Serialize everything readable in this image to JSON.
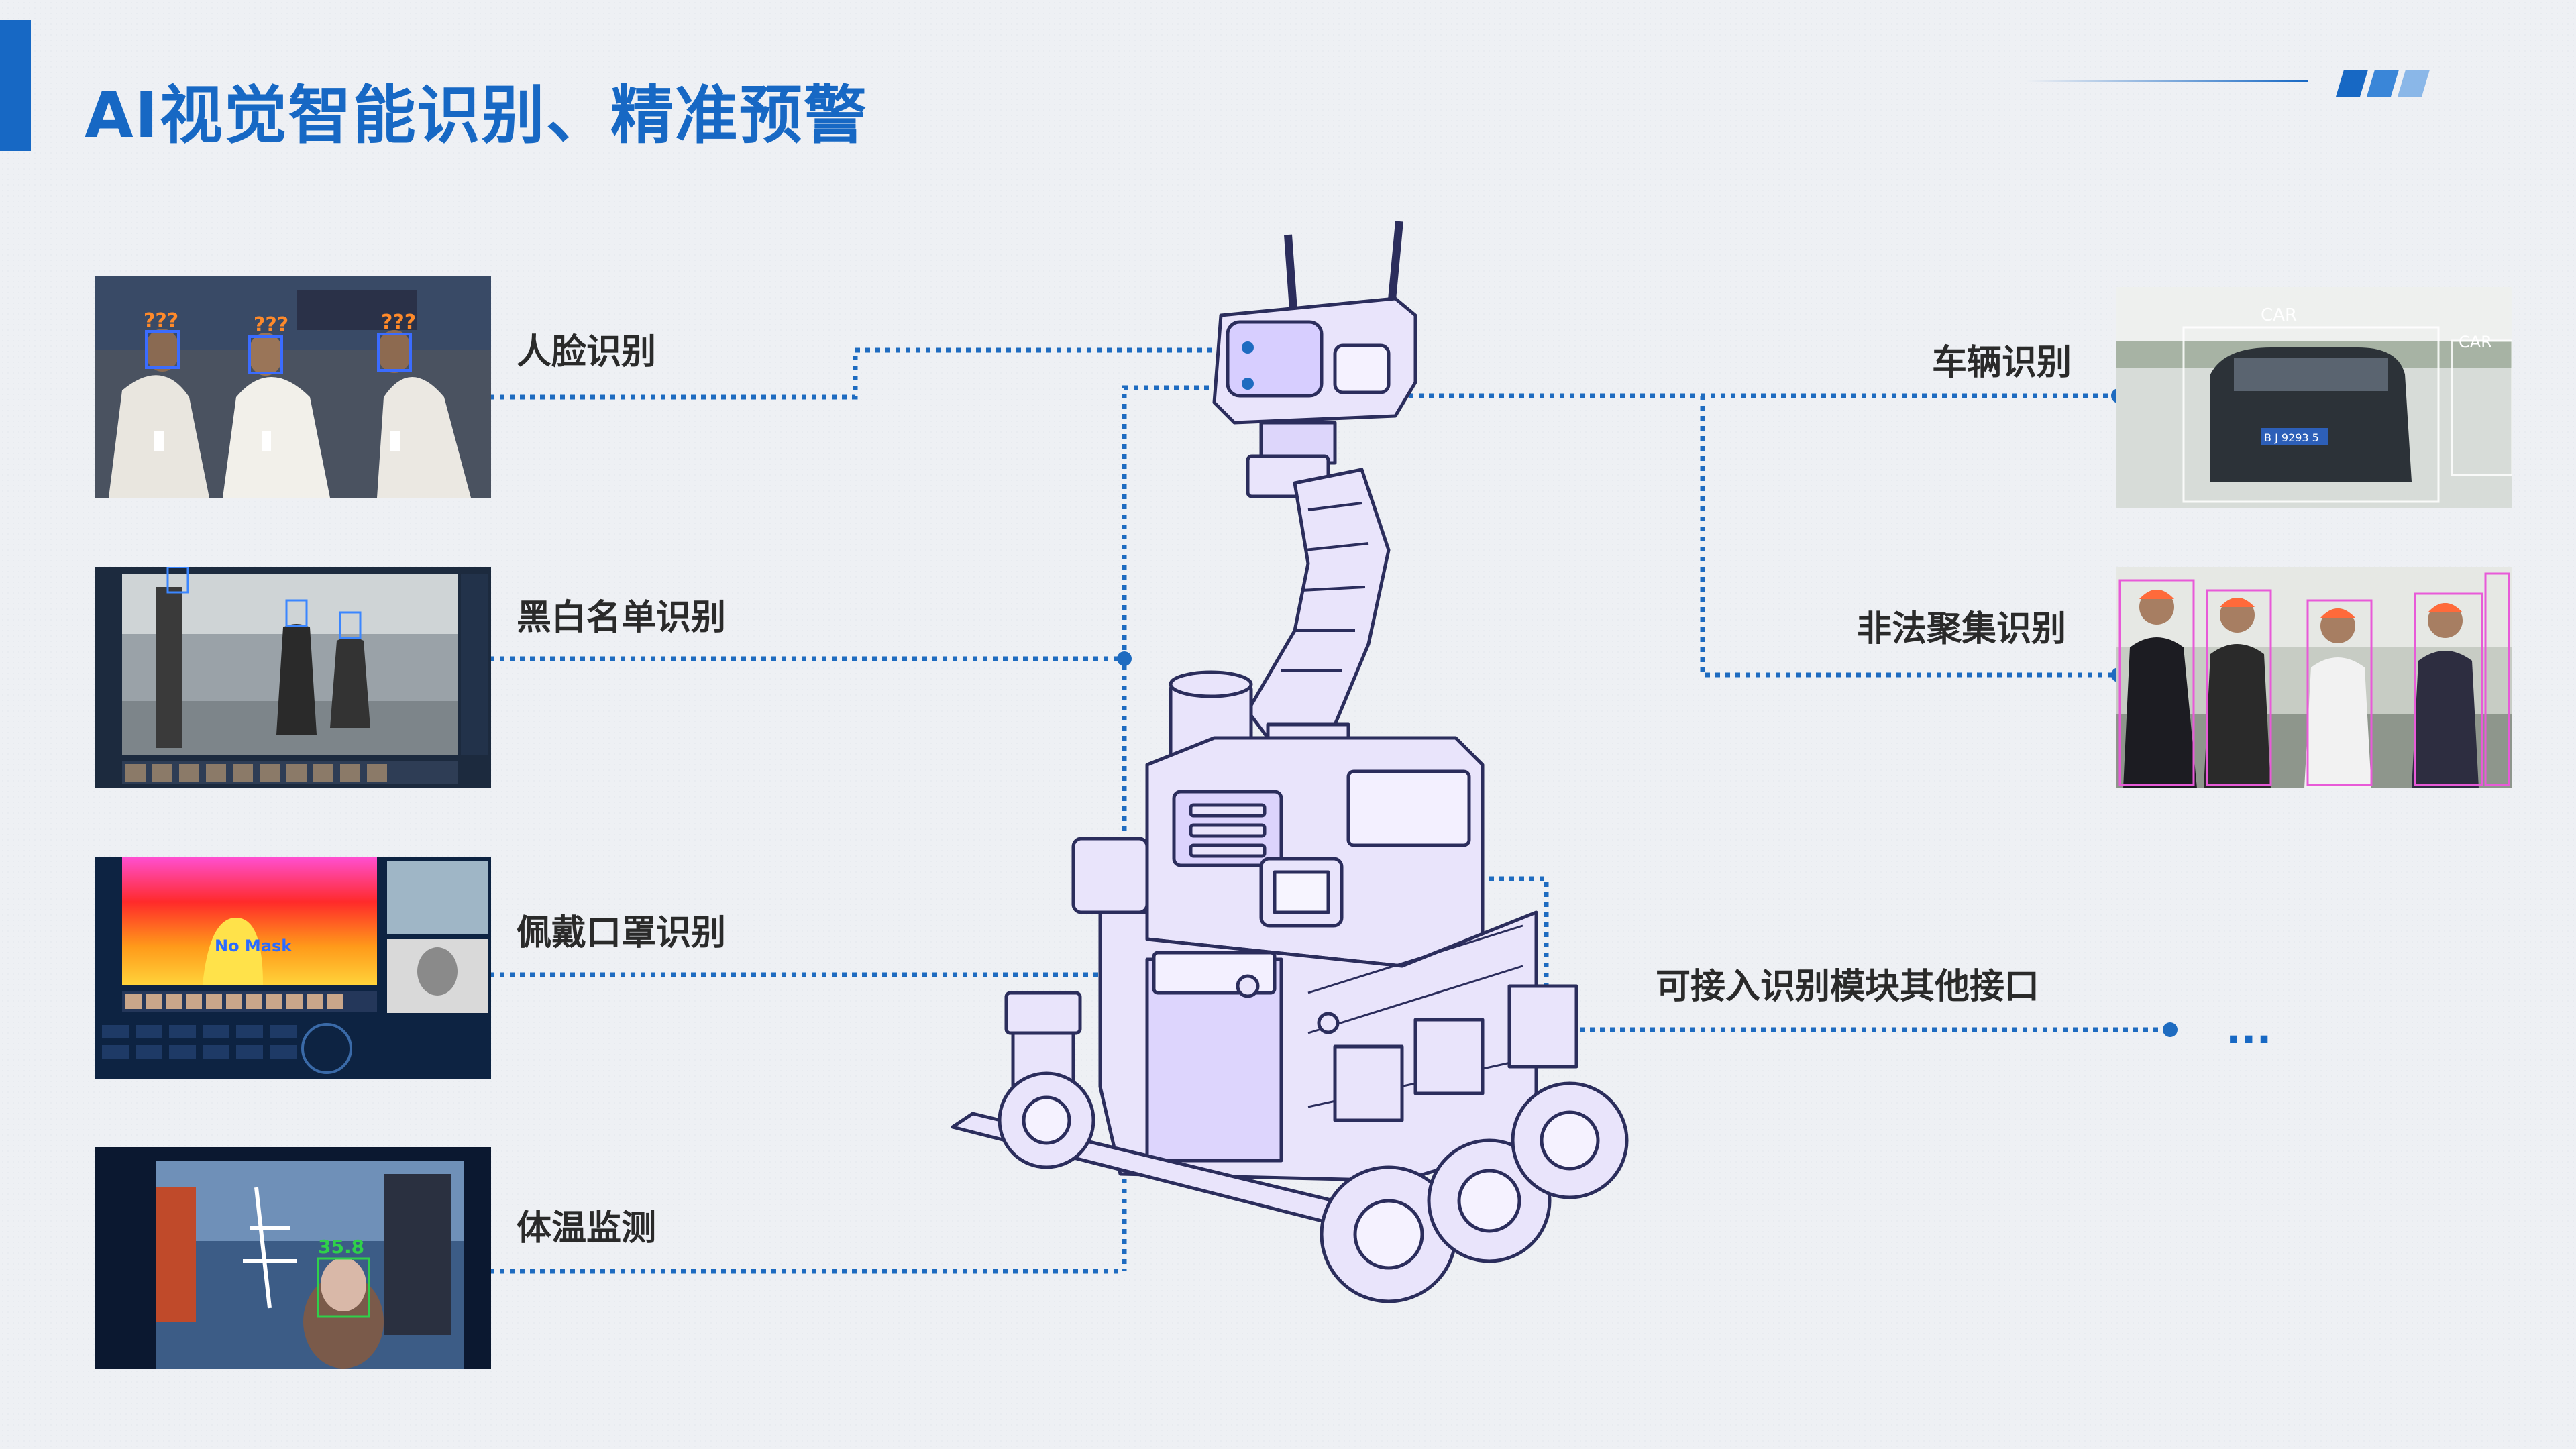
{
  "slide": {
    "title": "AI视觉智能识别、精准预警"
  },
  "left_features": [
    {
      "label": "人脸识别",
      "icon": "face-recognition-photo"
    },
    {
      "label": "黑白名单识别",
      "icon": "blacklist-whitelist-photo"
    },
    {
      "label": "佩戴口罩识别",
      "icon": "mask-detection-screen"
    },
    {
      "label": "体温监测",
      "icon": "temperature-monitoring-photo"
    }
  ],
  "right_features": [
    {
      "label": "车辆识别",
      "icon": "vehicle-recognition-photo"
    },
    {
      "label": "非法聚集识别",
      "icon": "illegal-gathering-photo"
    },
    {
      "label": "可接入识别模块其他接口"
    }
  ],
  "more_indicator": "...",
  "photo_text": {
    "face_marks": [
      "???",
      "???",
      "???"
    ],
    "mask_status": "No Mask",
    "temperature_value": "35.8",
    "car_tag_1": "CAR",
    "car_tag_2": "CAR",
    "plate": "B J 9293 5"
  },
  "colors": {
    "accent": "#1768c4",
    "connector": "#1e6bc0",
    "label_text": "#2a2a2a",
    "robot_fill": "#e9e4fb",
    "robot_stroke": "#2b2d5c"
  },
  "robot_icon": "security-patrol-robot-illustration"
}
